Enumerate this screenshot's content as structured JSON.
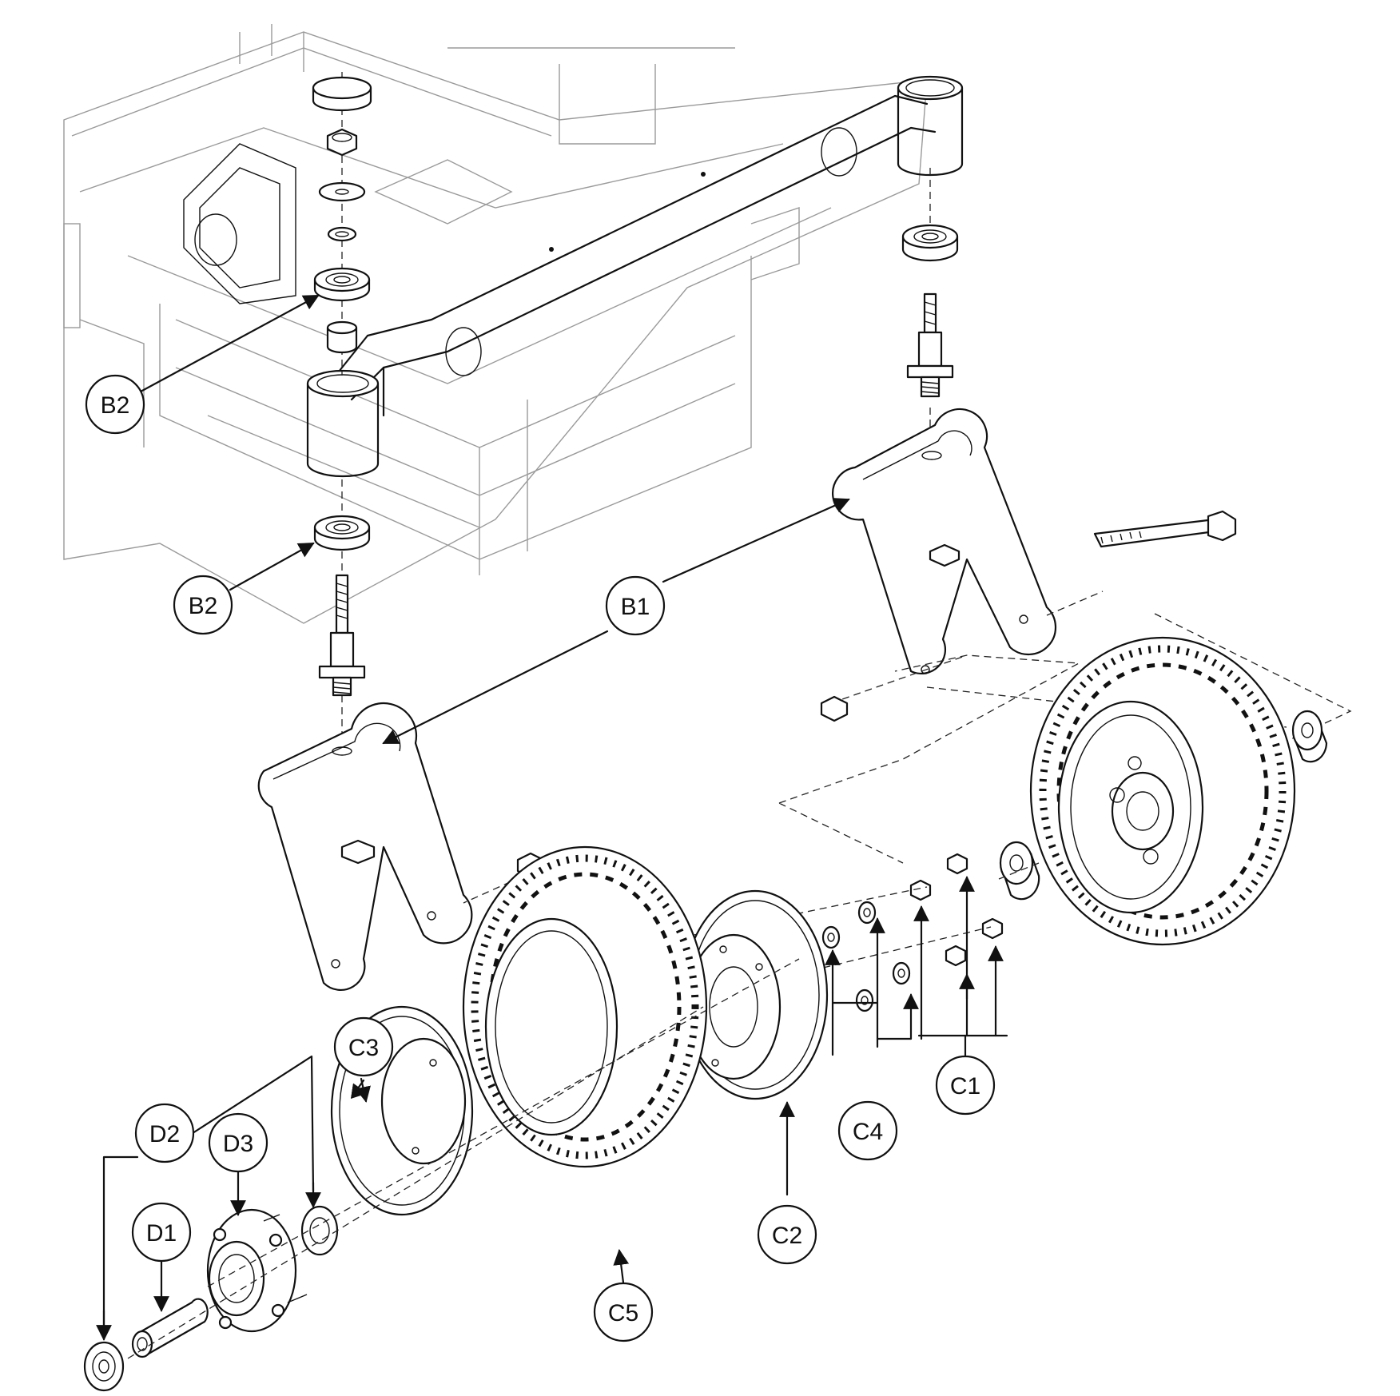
{
  "callouts": {
    "b2_top": "B2",
    "b2_bottom": "B2",
    "b1": "B1",
    "c1": "C1",
    "c2": "C2",
    "c3": "C3",
    "c4": "C4",
    "c5": "C5",
    "d1": "D1",
    "d2": "D2",
    "d3": "D3"
  },
  "colors": {
    "line": "#111111",
    "frame": "#9a9a9a",
    "background": "#ffffff"
  }
}
